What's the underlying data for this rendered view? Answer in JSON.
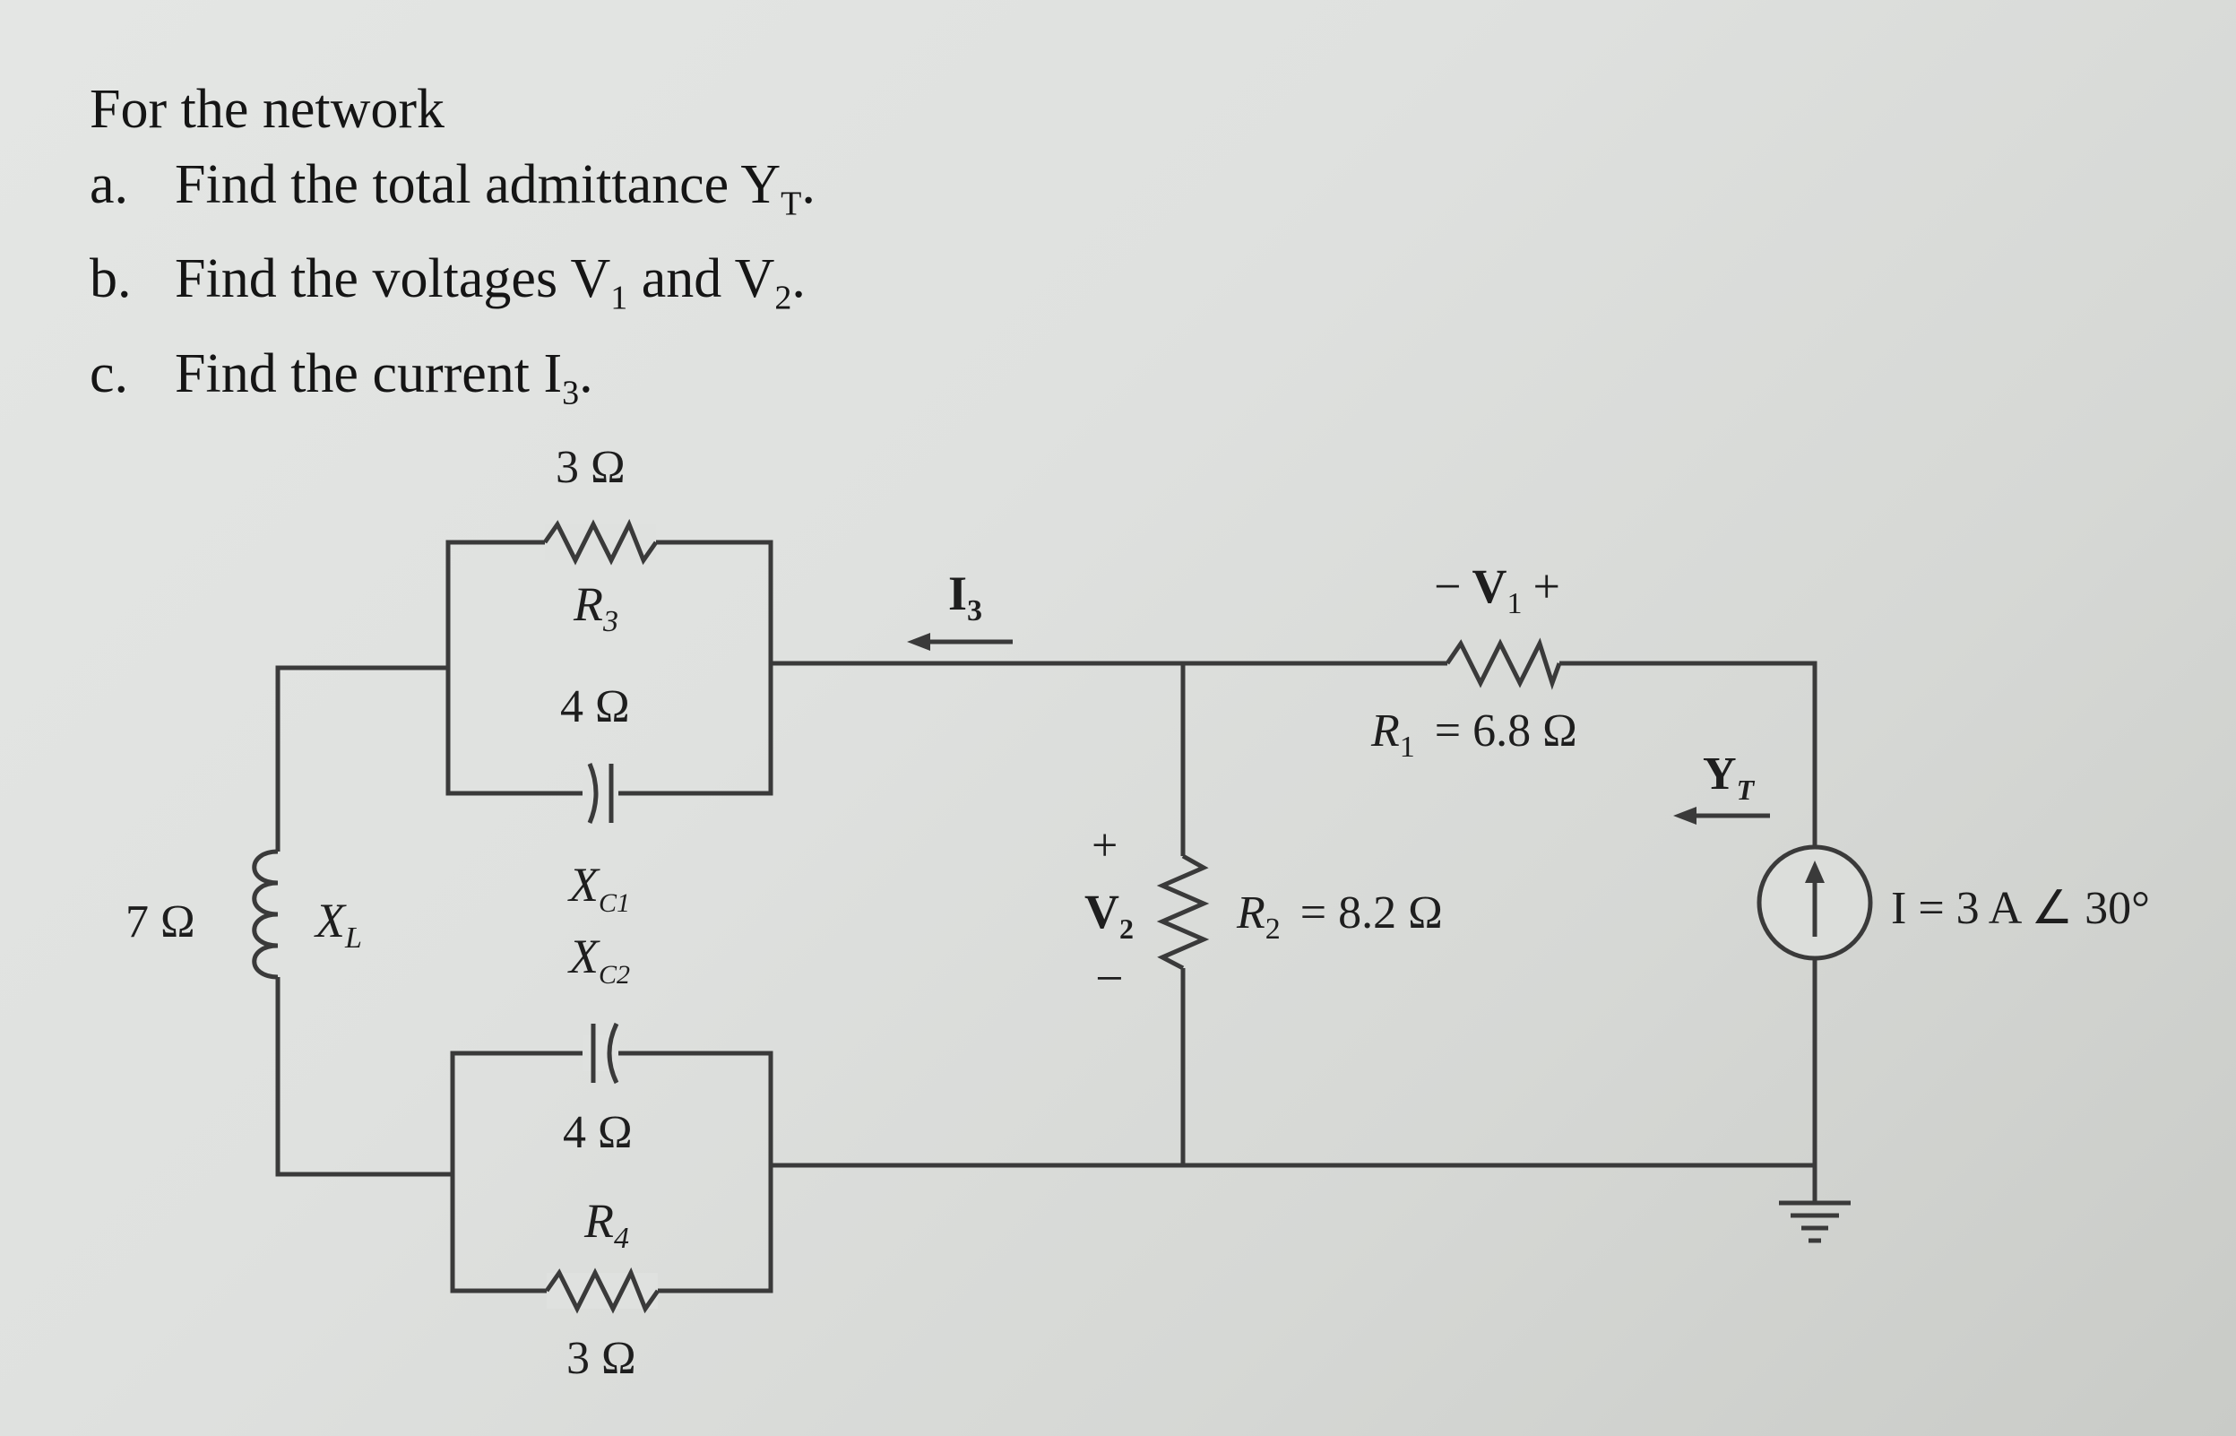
{
  "problem": {
    "intro": "For the network",
    "items": [
      {
        "letter": "a.",
        "text": "Find the total admittance Y",
        "sub": "T",
        "tail": "."
      },
      {
        "letter": "b.",
        "text": "Find the voltages V",
        "sub": "1",
        "mid": " and V",
        "sub2": "2",
        "tail": "."
      },
      {
        "letter": "c.",
        "text": "Find the current I",
        "sub": "3",
        "tail": "."
      }
    ]
  },
  "circuit": {
    "r3": {
      "label": "R",
      "sub": "3",
      "value": "3 Ω"
    },
    "xc1": {
      "label": "X",
      "sub": "C1",
      "value": "4 Ω"
    },
    "xc2": {
      "label": "X",
      "sub": "C2",
      "value": "4 Ω"
    },
    "r4": {
      "label": "R",
      "sub": "4",
      "value": "3 Ω"
    },
    "xl": {
      "label": "X",
      "sub": "L",
      "value": "7 Ω"
    },
    "i3": {
      "label": "I",
      "sub": "3"
    },
    "v1": {
      "minus": "−",
      "label": "V",
      "sub": "1",
      "plus": "+"
    },
    "r1": {
      "label": "R",
      "sub": "1",
      "value": "= 6.8 Ω"
    },
    "v2": {
      "plus": "+",
      "label": "V",
      "sub": "2",
      "minus": "−"
    },
    "r2": {
      "label": "R",
      "sub": "2",
      "value": "= 8.2 Ω"
    },
    "yt": {
      "label": "Y",
      "sub": "T"
    },
    "source": {
      "label": "I = 3 A ∠ 30°"
    }
  }
}
